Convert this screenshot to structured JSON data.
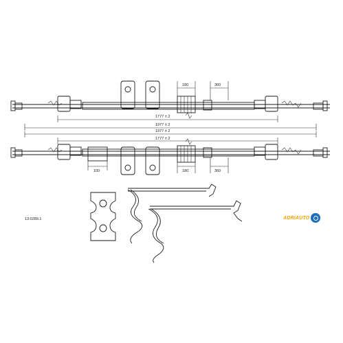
{
  "diagram": {
    "part_number": "13.0289.1",
    "brand": "ADRIAUTO",
    "dimensions": {
      "upper_length": "1777 ± 2",
      "upper_total": "1977 ± 2",
      "lower_total": "1977 ± 2",
      "lower_length": "1777 ± 2",
      "top_segment_a": "180",
      "top_segment_b": "360",
      "bottom_segment_a": "180",
      "bottom_segment_b": "360",
      "bottom_left_offset": "100"
    }
  },
  "colors": {
    "line": "#1a1a1a",
    "brand_text": "#f5a000",
    "brand_badge": "#1e6fb5"
  }
}
